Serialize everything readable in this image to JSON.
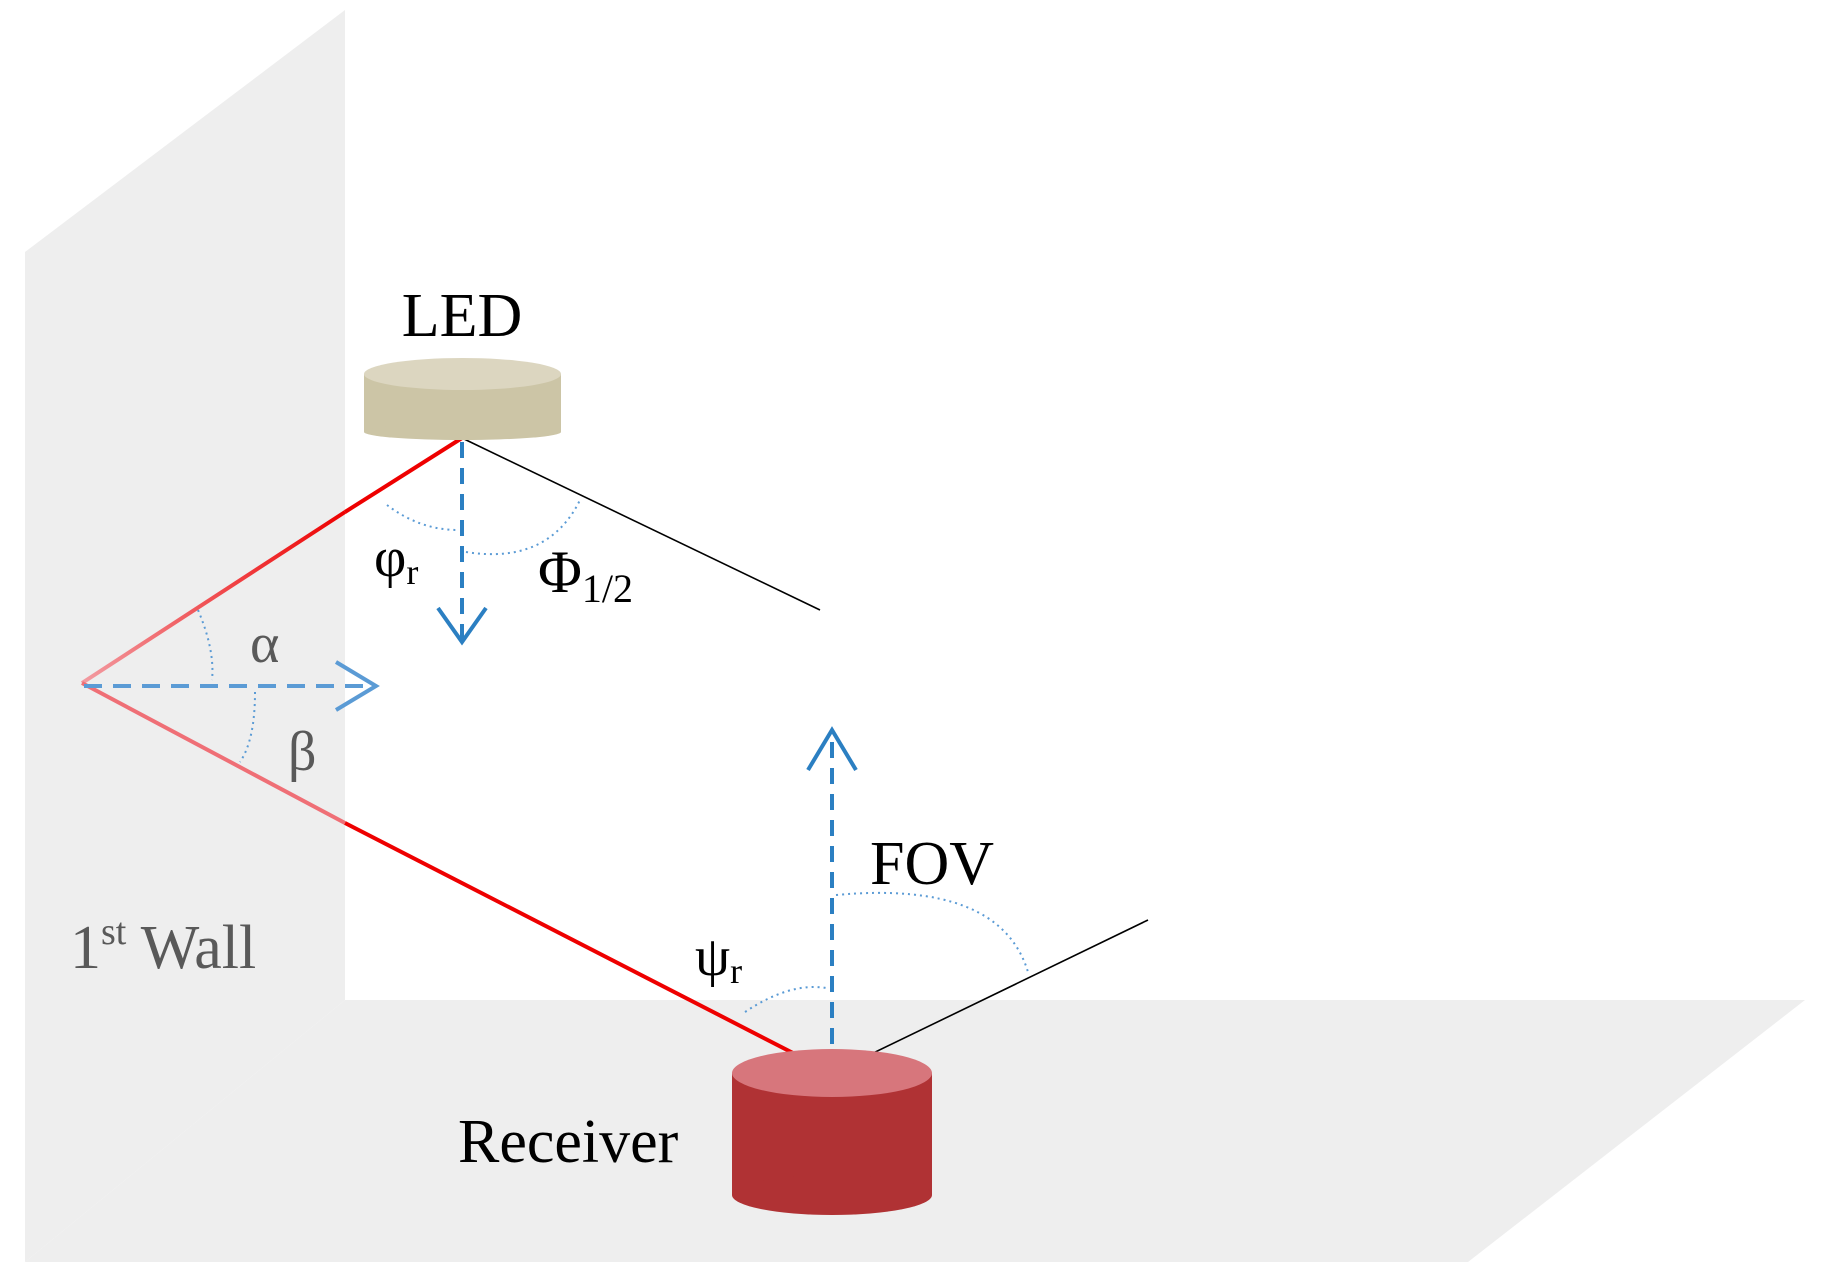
{
  "labels": {
    "led": "LED",
    "receiver": "Receiver",
    "wall_number": "1",
    "wall_superscript": "st",
    "wall_word": " Wall",
    "fov": "FOV",
    "phi_r": "φ",
    "phi_r_sub": "r",
    "phi_half": "Φ",
    "phi_half_sub": "1/2",
    "alpha": "α",
    "beta": "β",
    "psi_r": "ψ",
    "psi_r_sub": "r"
  },
  "colors": {
    "wall_fill": "#eeeeee",
    "led_top": "#dcd6c0",
    "led_body": "#ccc5a6",
    "receiver_top": "#d7767c",
    "receiver_body": "#b03234",
    "ray_red": "#ee0000",
    "ray_red_faded": "#ef6f76",
    "normal_blue": "#2b7fc2",
    "angle_arc": "#5b9bd5",
    "boundary_black": "#000000",
    "text_dark": "#000000",
    "text_gray": "#595959"
  }
}
